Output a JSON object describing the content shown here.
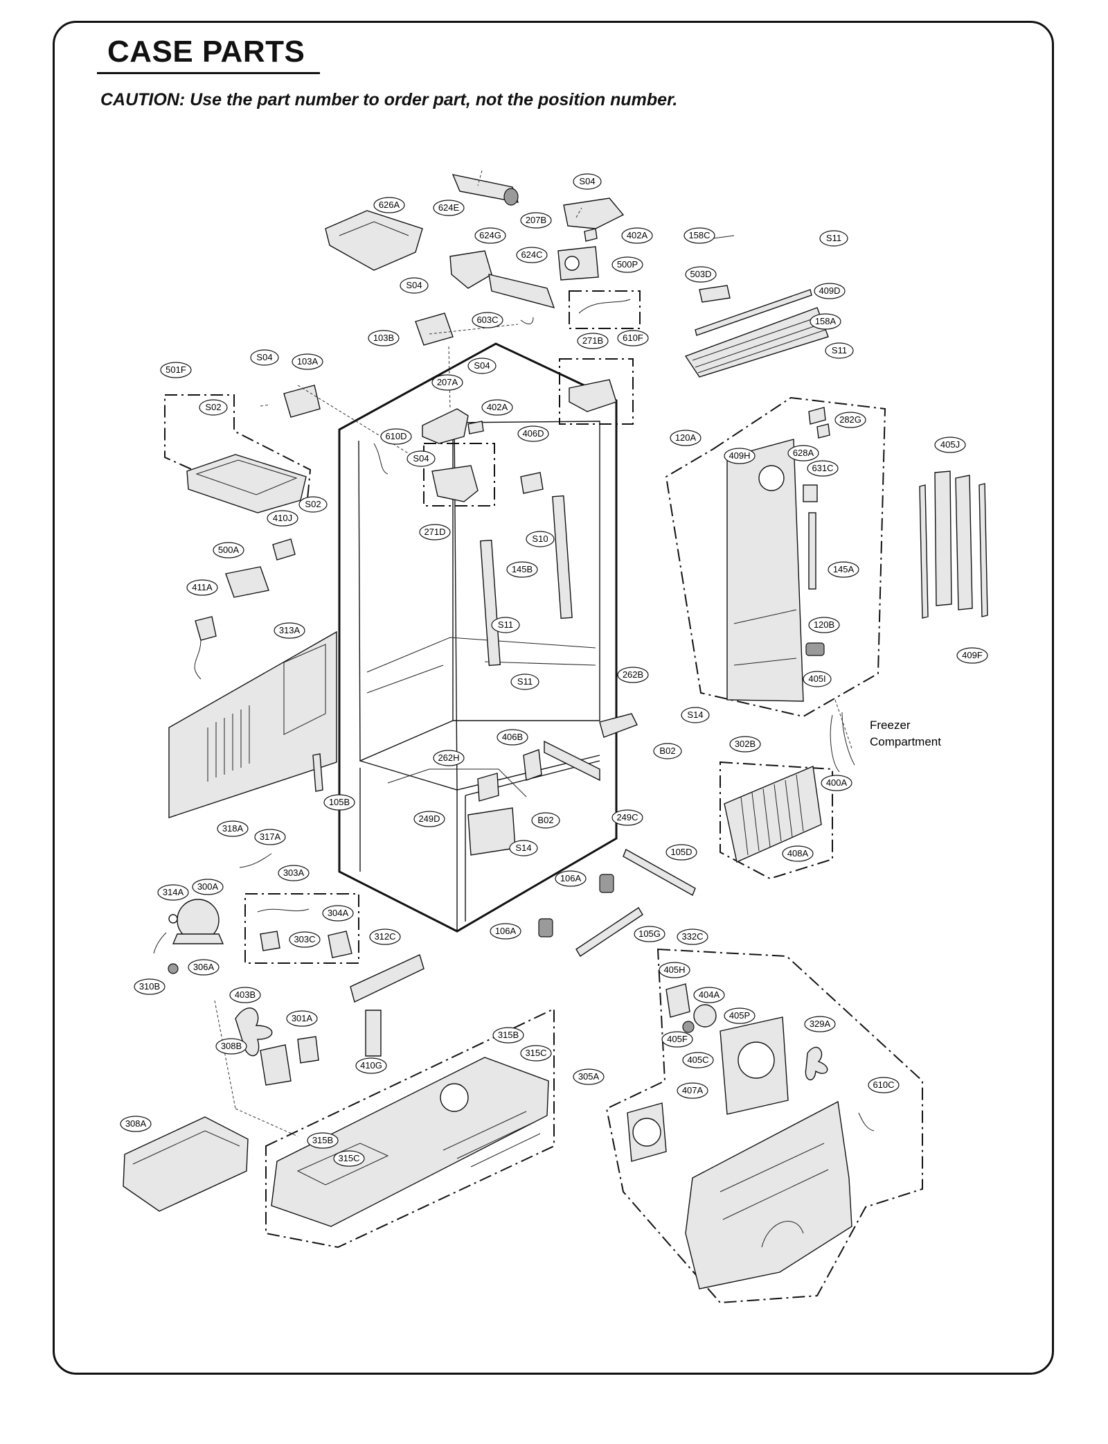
{
  "header": {
    "title": "CASE PARTS",
    "caution": "CAUTION: Use the part number to order part, not the position number."
  },
  "compartment_label": {
    "line1": "Freezer",
    "line2": "Compartment"
  },
  "callouts": {
    "p626A": "626A",
    "p624E": "624E",
    "p624G": "624G",
    "p624C": "624C",
    "p207B": "207B",
    "p402A_top": "402A",
    "p500P": "500P",
    "p158C": "158C",
    "p503D": "503D",
    "p409D": "409D",
    "p158A": "158A",
    "p603C": "603C",
    "p610F": "610F",
    "p103B": "103B",
    "p271B": "271B",
    "p103A": "103A",
    "p501F": "501F",
    "p207A": "207A",
    "p402A_mid": "402A",
    "p610D": "610D",
    "p406D": "406D",
    "p271D": "271D",
    "p410J": "410J",
    "p500A": "500A",
    "p411A": "411A",
    "p313A": "313A",
    "p145B": "145B",
    "p120A": "120A",
    "p409H": "409H",
    "p628A": "628A",
    "p282G": "282G",
    "p631C": "631C",
    "p145A": "145A",
    "p120B": "120B",
    "p405I": "405I",
    "p405J": "405J",
    "p409F": "409F",
    "p262B": "262B",
    "p406B": "406B",
    "p262H": "262H",
    "p105B": "105B",
    "p249D": "249D",
    "p249C": "249C",
    "p302B": "302B",
    "p400A": "400A",
    "p408A": "408A",
    "p318A": "318A",
    "p317A": "317A",
    "p303A": "303A",
    "p314A": "314A",
    "p300A": "300A",
    "p304A": "304A",
    "p303C": "303C",
    "p306A": "306A",
    "p310B": "310B",
    "p312C": "312C",
    "p105D": "105D",
    "p106A_a": "106A",
    "p106A_b": "106A",
    "p105G": "105G",
    "p332C": "332C",
    "p405H": "405H",
    "p404A": "404A",
    "p405P": "405P",
    "p405F": "405F",
    "p405C": "405C",
    "p329A": "329A",
    "p407A": "407A",
    "p610C": "610C",
    "p403B": "403B",
    "p301A": "301A",
    "p308B": "308B",
    "p410G": "410G",
    "p315B_a": "315B",
    "p315C_a": "315C",
    "p305A": "305A",
    "p308A": "308A",
    "p315B_b": "315B",
    "p315C_b": "315C",
    "s04_a": "S04",
    "s04_b": "S04",
    "s04_c": "S04",
    "s04_d": "S04",
    "s04_e": "S04",
    "s11_a": "S11",
    "s11_b": "S11",
    "s11_c": "S11",
    "s11_d": "S11",
    "s02_a": "S02",
    "s02_b": "S02",
    "s10": "S10",
    "s14_a": "S14",
    "s14_b": "S14",
    "b02_a": "B02",
    "b02_b": "B02"
  }
}
